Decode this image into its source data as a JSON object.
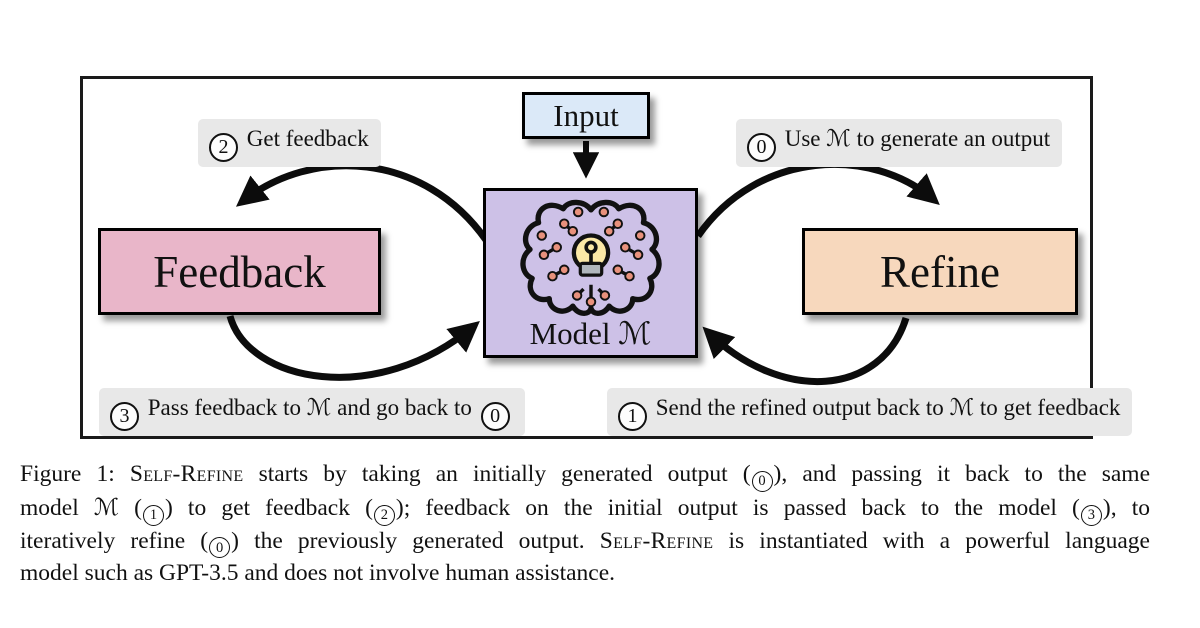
{
  "colors": {
    "background": "#ffffff",
    "frame_border": "#1a1a1a",
    "arrow": "#0c0c0c",
    "text": "#111111",
    "pill_bg": "#e8e8e8",
    "input_bg": "#dbe9f8",
    "model_bg": "#cdc1e7",
    "feedback_bg": "#e9b6c9",
    "refine_bg": "#f7d8bd",
    "dot": "#e8917c",
    "bulb": "#fbe8a6",
    "bulb_base": "#b0b6bc"
  },
  "figure": {
    "script_m": "ℳ",
    "nodes": {
      "input": {
        "label": "Input"
      },
      "model": {
        "label_prefix": "Model "
      },
      "feedback": {
        "label": "Feedback"
      },
      "refine": {
        "label": "Refine"
      }
    },
    "steps": {
      "get_feedback": [
        {
          "t": "num",
          "v": "2"
        },
        {
          "t": "txt",
          "v": " Get feedback"
        }
      ],
      "use_m": [
        {
          "t": "num",
          "v": "0"
        },
        {
          "t": "txt",
          "v": " Use "
        },
        {
          "t": "m"
        },
        {
          "t": "txt",
          "v": " to generate an output"
        }
      ],
      "pass_feedback": [
        {
          "t": "num",
          "v": "3"
        },
        {
          "t": "txt",
          "v": " Pass feedback to "
        },
        {
          "t": "m"
        },
        {
          "t": "txt",
          "v": " and go back to "
        },
        {
          "t": "num",
          "v": "0"
        }
      ],
      "send_refined": [
        {
          "t": "num",
          "v": "1"
        },
        {
          "t": "txt",
          "v": " Send the refined output back to "
        },
        {
          "t": "m"
        },
        {
          "t": "txt",
          "v": " to get feedback"
        }
      ]
    }
  },
  "caption": {
    "lines": [
      [
        {
          "t": "txt",
          "v": "Figure 1: "
        },
        {
          "t": "sc",
          "v": "Self-Refine"
        },
        {
          "t": "txt",
          "v": " starts by taking an initially generated output ("
        },
        {
          "t": "num",
          "v": "0"
        },
        {
          "t": "txt",
          "v": "), and passing it back to the same"
        }
      ],
      [
        {
          "t": "txt",
          "v": "model "
        },
        {
          "t": "m"
        },
        {
          "t": "txt",
          "v": " ("
        },
        {
          "t": "num",
          "v": "1"
        },
        {
          "t": "txt",
          "v": ") to get feedback ("
        },
        {
          "t": "num",
          "v": "2"
        },
        {
          "t": "txt",
          "v": "); feedback on the initial output is passed back to the model ("
        },
        {
          "t": "num",
          "v": "3"
        },
        {
          "t": "txt",
          "v": "), to"
        }
      ],
      [
        {
          "t": "txt",
          "v": "iteratively refine ("
        },
        {
          "t": "num",
          "v": "0"
        },
        {
          "t": "txt",
          "v": ") the previously generated output. "
        },
        {
          "t": "sc",
          "v": "Self-Refine"
        },
        {
          "t": "txt",
          "v": " is instantiated with a powerful language"
        }
      ],
      [
        {
          "t": "txt",
          "v": "model such as GPT-3.5 and does not involve human assistance."
        }
      ]
    ]
  }
}
